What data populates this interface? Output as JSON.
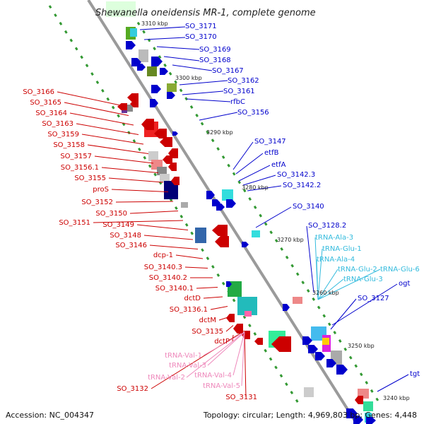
{
  "title": "Shewanella oneidensis MR-1, complete genome",
  "accession": "Accession: NC_004347",
  "topology": "Topology: circular; Length: 4,969,803 bp; Genes: 4,448",
  "colors": {
    "forward": "#0000cc",
    "reverse": "#cc0000",
    "trna": "#33bbdd",
    "trna_reverse": "#ee88bb",
    "backbone": "#999999",
    "ticks": "#339933"
  },
  "kbp_ticks": [
    "3310 kbp",
    "3300 kbp",
    "3290 kbp",
    "3280 kbp",
    "3270 kbp",
    "3260 kbp",
    "3250 kbp",
    "3240 kbp"
  ],
  "right_labels": [
    "SO_3171",
    "SO_3170",
    "SO_3169",
    "SO_3168",
    "SO_3167",
    "SO_3162",
    "SO_3161",
    "rfbC",
    "SO_3156",
    "SO_3147",
    "etfB",
    "etfA",
    "SO_3142.3",
    "SO_3142.2",
    "SO_3140",
    "SO_3128.2",
    "SO_3127",
    "ogt",
    "tgt"
  ],
  "trna_labels": [
    "tRNA-Ala-3",
    "tRNA-Glu-1",
    "tRNA-Ala-4",
    "tRNA-Glu-2",
    "tRNA-Glu-6",
    "tRNA-Glu-3"
  ],
  "left_labels": [
    "SO_3166",
    "SO_3165",
    "SO_3164",
    "SO_3163",
    "SO_3159",
    "SO_3158",
    "SO_3157",
    "SO_3156.1",
    "SO_3155",
    "proS",
    "SO_3152",
    "SO_3150",
    "SO_3151",
    "SO_3149",
    "SO_3148",
    "SO_3146",
    "dcp-1",
    "SO_3140.3",
    "SO_3140.2",
    "SO_3140.1",
    "dctD",
    "SO_3136.1",
    "dctM",
    "SO_3135",
    "dctP",
    "SO_3132",
    "SO_3131"
  ],
  "trna_left_labels": [
    "tRNA-Val-1",
    "tRNA-Val-3",
    "tRNA-Val-2",
    "tRNA-Val-4",
    "tRNA-Val-5"
  ]
}
